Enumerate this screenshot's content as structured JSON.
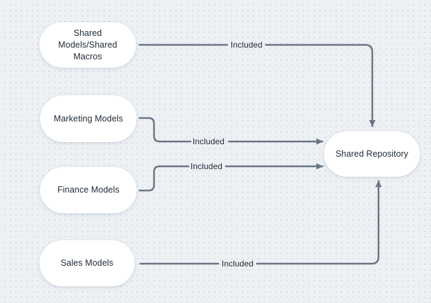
{
  "diagram": {
    "type": "flowchart",
    "colors": {
      "background": "#eef1f4",
      "dot_grid": "#d7dce3",
      "node_fill": "#ffffff",
      "connector": "#6b7585",
      "text": "#202b39"
    },
    "nodes": [
      {
        "id": "shared-models",
        "label": "Shared Models/Shared Macros"
      },
      {
        "id": "marketing-models",
        "label": "Marketing Models"
      },
      {
        "id": "finance-models",
        "label": "Finance Models"
      },
      {
        "id": "sales-models",
        "label": "Sales Models"
      },
      {
        "id": "shared-repository",
        "label": "Shared Repository"
      }
    ],
    "edges": [
      {
        "from": "shared-models",
        "to": "shared-repository",
        "label": "Included",
        "enters": "top"
      },
      {
        "from": "marketing-models",
        "to": "shared-repository",
        "label": "Included",
        "enters": "left"
      },
      {
        "from": "finance-models",
        "to": "shared-repository",
        "label": "Included",
        "enters": "left"
      },
      {
        "from": "sales-models",
        "to": "shared-repository",
        "label": "Included",
        "enters": "bottom"
      }
    ]
  }
}
